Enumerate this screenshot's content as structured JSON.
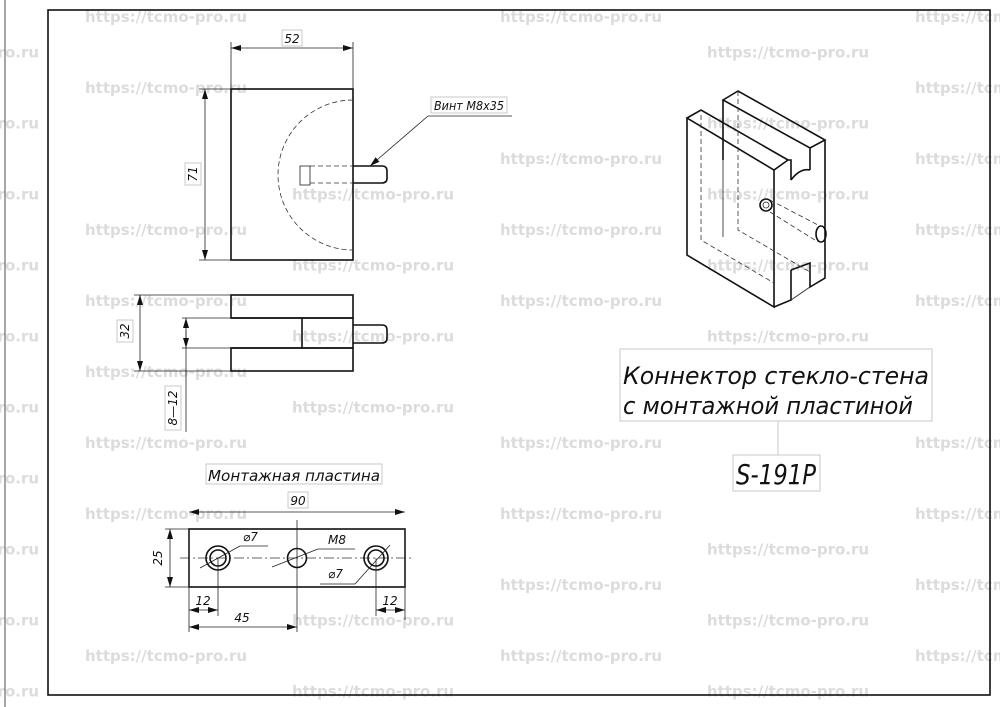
{
  "watermark": {
    "text": "https://tcmo-pro.ru"
  },
  "front_view": {
    "dim_width": "52",
    "dim_height": "71",
    "screw_label": "Винт M8x35"
  },
  "side_view": {
    "dim_thickness": "32",
    "dim_glass": "8—12"
  },
  "plate": {
    "title": "Монтажная пластина",
    "dim_length": "90",
    "dim_height": "25",
    "dim_hole_left": "⌀7",
    "dim_hole_right": "⌀7",
    "dim_thread": "M8",
    "dim_edge_left": "12",
    "dim_edge_right": "12",
    "dim_center": "45"
  },
  "product": {
    "name_line1": "Коннектор стекло-стена",
    "name_line2": "с монтажной пластиной",
    "code": "S-191P"
  }
}
